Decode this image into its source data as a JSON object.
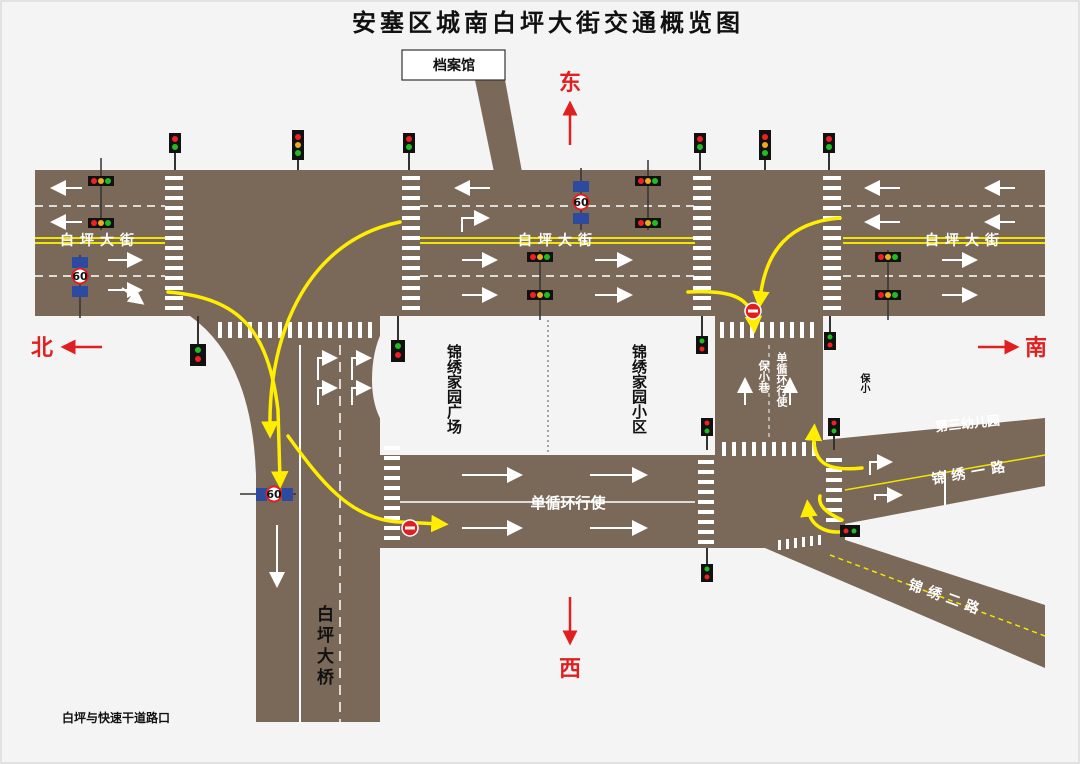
{
  "title": "安塞区城南白坪大街交通概览图",
  "colors": {
    "road": "#7a6858",
    "yellow_line": "#f2e600",
    "arrow_yellow": "#ffee00",
    "direction_red": "#e02020",
    "lane_white": "#ffffff"
  },
  "directions": {
    "east": "东",
    "west": "西",
    "north": "北",
    "south": "南"
  },
  "landmarks": {
    "archive": "档案馆",
    "kindergarten": "第三幼儿园",
    "baoxiao": "保小"
  },
  "roads": {
    "baiping_street": "白坪大街",
    "baiping_bridge": "白坪大桥",
    "jinxiu_road_1": "锦绣一路",
    "jinxiu_road_2": "锦绣二路",
    "baoxiao_alley": "保小巷",
    "one_way_v": "单循环行使",
    "one_way_h": "单循环行使"
  },
  "areas": {
    "plaza": "锦绣家园广场",
    "community": "锦绣家园小区"
  },
  "footer_note": "白坪与快速干道路口",
  "speed_limit": "60",
  "icons": {
    "traffic_light": "traffic-light-icon",
    "no_entry": "no-entry-icon",
    "speed_sign": "speed-limit-sign-icon"
  }
}
